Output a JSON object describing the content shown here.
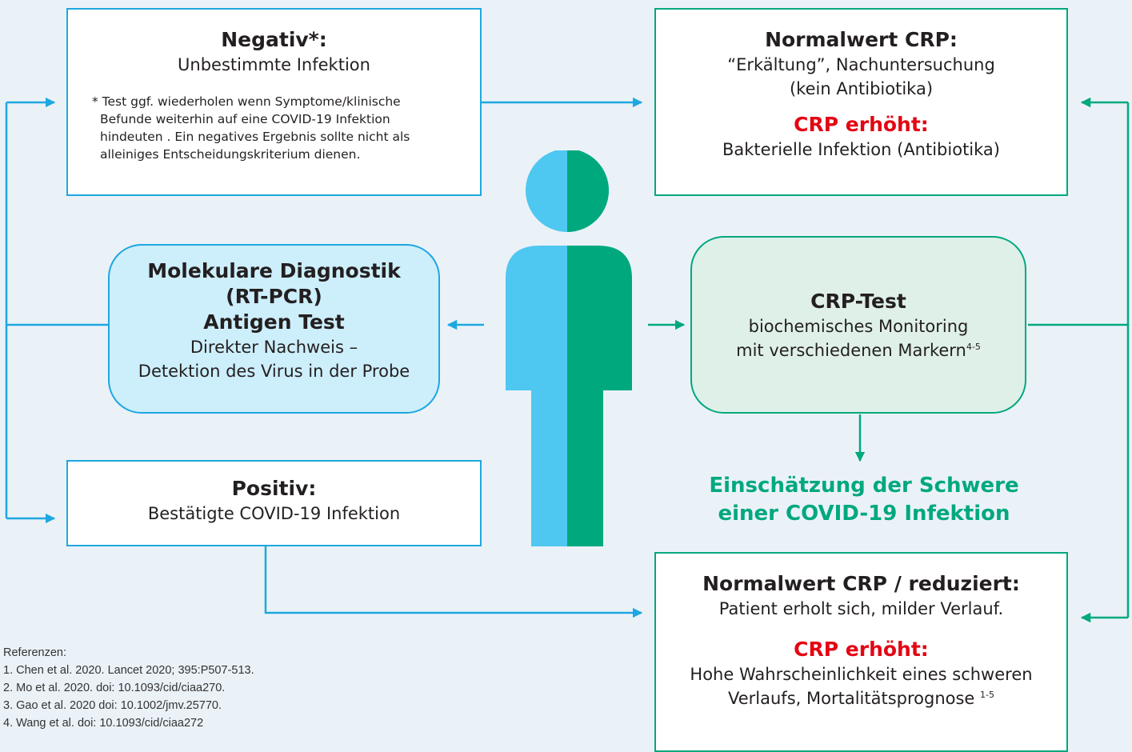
{
  "colors": {
    "background": "#eaf2f8",
    "blue": "#1ea7e1",
    "blue_fill": "#cdeefb",
    "light_blue_person": "#4ec7f1",
    "green": "#00a87e",
    "green_fill": "#dff0e8",
    "red": "#e30613"
  },
  "negative": {
    "title": "Negativ*:",
    "subtitle": "Unbestimmte Infektion",
    "note_line1": "* Test ggf. wiederholen wenn Symptome/klinische",
    "note_line2": "Befunde weiterhin auf eine COVID-19 Infektion",
    "note_line3": "hindeuten . Ein negatives Ergebnis sollte nicht als",
    "note_line4": "alleiniges Entscheidungskriterium dienen."
  },
  "molecular": {
    "title_line1": "Molekulare Diagnostik",
    "title_line2": "(RT-PCR)",
    "title_line3": "Antigen Test",
    "text_line1": "Direkter Nachweis –",
    "text_line2": "Detektion des Virus in der Probe"
  },
  "positive": {
    "title": "Positiv:",
    "subtitle": "Bestätigte COVID-19 Infektion"
  },
  "normal_crp": {
    "title": "Normalwert CRP:",
    "line1": "“Erkältung”, Nachuntersuchung",
    "line2": "(kein Antibiotika)",
    "elevated_title": "CRP erhöht:",
    "elevated_text": "Bakterielle Infektion (Antibiotika)"
  },
  "crp_test": {
    "title": "CRP-Test",
    "line1": "biochemisches Monitoring",
    "line2": "mit verschiedenen Markern",
    "line2_sup": "4-5"
  },
  "severity": {
    "line1": "Einschätzung der Schwere",
    "line2": "einer COVID-19 Infektion"
  },
  "reduced_crp": {
    "title": "Normalwert CRP / reduziert:",
    "line1": "Patient erholt sich, milder Verlauf.",
    "elevated_title": "CRP erhöht:",
    "line2": "Hohe Wahrscheinlichkeit eines schweren",
    "line3": "Verlaufs, Mortalitätsprognose",
    "line3_sup": "1-5"
  },
  "references": {
    "heading": "Referenzen:",
    "items": [
      "1. Chen et al. 2020. Lancet 2020; 395:P507-513.",
      "2. Mo et al. 2020. doi: 10.1093/cid/ciaa270.",
      "3. Gao et al. 2020 doi: 10.1002/jmv.25770.",
      "4. Wang et al. doi: 10.1093/cid/ciaa272"
    ]
  }
}
